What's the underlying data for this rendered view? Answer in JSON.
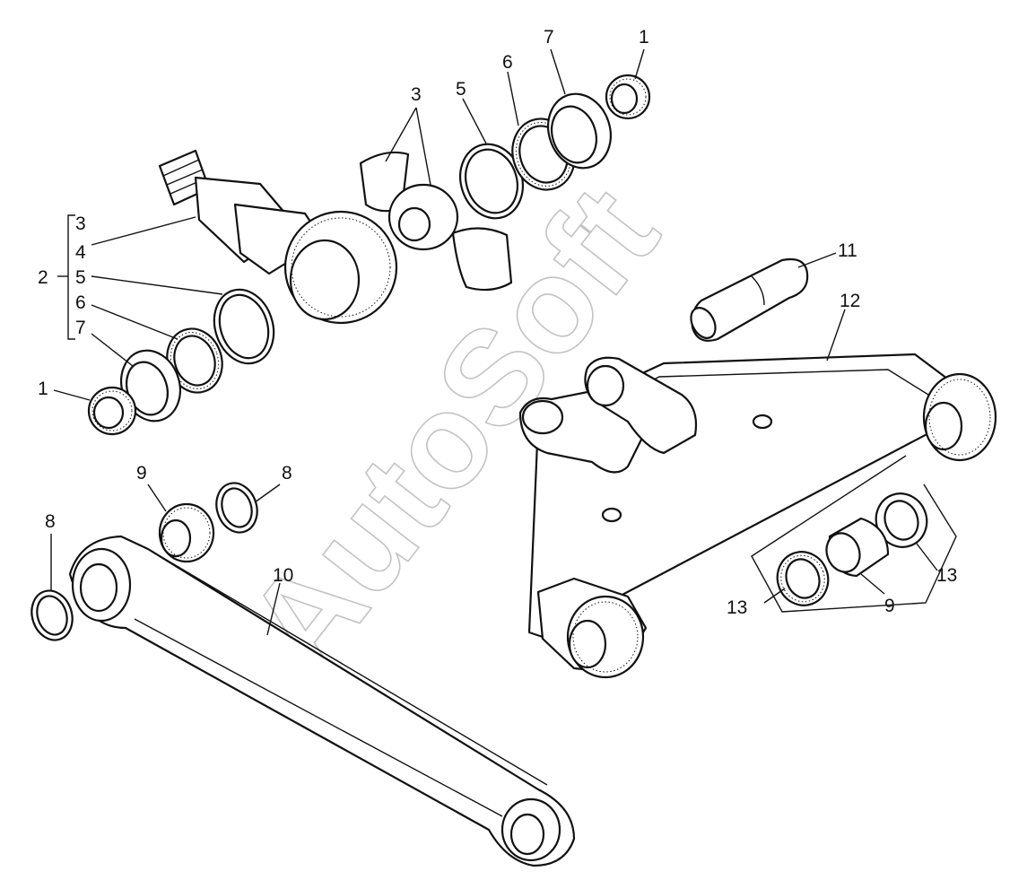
{
  "watermark": "AutoSoft",
  "callouts": {
    "c1a": "1",
    "c7a": "7",
    "c6a": "6",
    "c5a": "5",
    "c3a": "3",
    "c2": "2",
    "c2_3": "3",
    "c2_4": "4",
    "c2_5": "5",
    "c2_6": "6",
    "c2_7": "7",
    "c1b": "1",
    "c11": "11",
    "c12": "12",
    "c9a": "9",
    "c8a": "8",
    "c8b": "8",
    "c10": "10",
    "c13a": "13",
    "c13b": "13",
    "c9b": "9"
  }
}
